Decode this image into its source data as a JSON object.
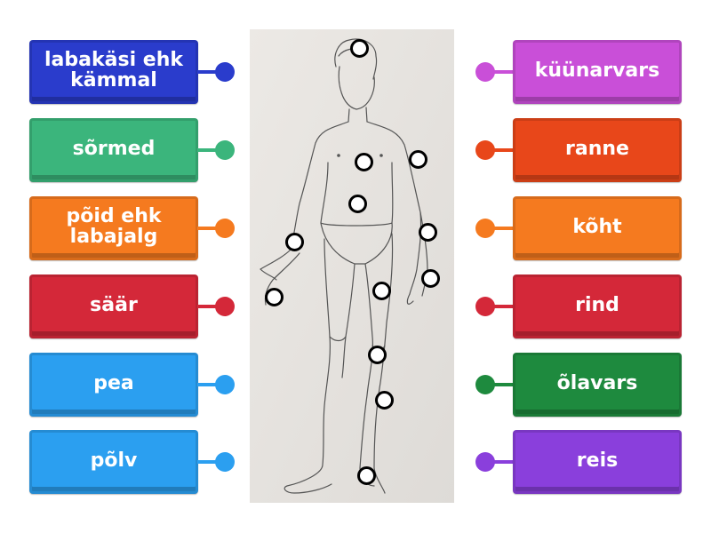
{
  "colors": {
    "dark_blue": "#2a3ccc",
    "green": "#3bb57c",
    "orange": "#f57a1f",
    "red": "#d42839",
    "light_blue": "#2b9ff0",
    "magenta": "#c94fd8",
    "red_orange": "#e8471a",
    "dark_green": "#1e8a3e",
    "purple": "#8a3fdc"
  },
  "left_tiles": [
    {
      "label": "labakäsi ehk kämmal",
      "color": "#2a3ccc"
    },
    {
      "label": "sõrmed",
      "color": "#3bb57c"
    },
    {
      "label": "põid ehk labajalg",
      "color": "#f57a1f"
    },
    {
      "label": "säär",
      "color": "#d42839"
    },
    {
      "label": "pea",
      "color": "#2b9ff0"
    },
    {
      "label": "põlv",
      "color": "#2b9ff0"
    }
  ],
  "right_tiles": [
    {
      "label": "küünarvars",
      "color": "#c94fd8"
    },
    {
      "label": "ranne",
      "color": "#e8471a"
    },
    {
      "label": "kõht",
      "color": "#f57a1f"
    },
    {
      "label": "rind",
      "color": "#d42839"
    },
    {
      "label": "õlavars",
      "color": "#1e8a3e"
    },
    {
      "label": "reis",
      "color": "#8a3fdc"
    }
  ],
  "image": {
    "icon": "human-body-outline-drawing",
    "hotspot_count": 12
  }
}
